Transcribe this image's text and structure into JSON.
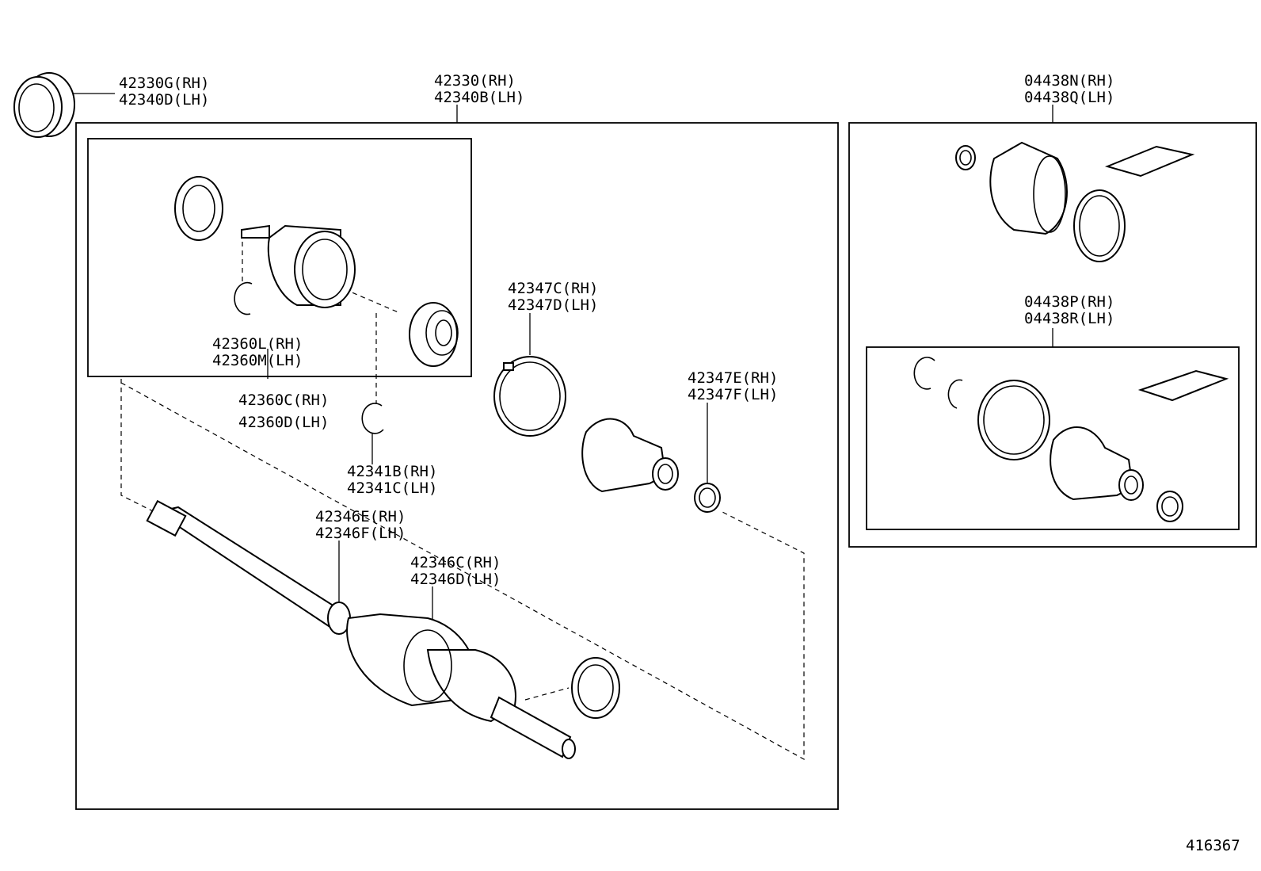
{
  "diagram_id": "416367",
  "labels": {
    "bearing": [
      "42330G(RH)",
      "42340D(LH)"
    ],
    "shaft_assy": [
      "42330(RH)",
      "42340B(LH)"
    ],
    "boot_kit_outer": [
      "04438N(RH)",
      "04438Q(LH)"
    ],
    "boot_kit_inner": [
      "04438P(RH)",
      "04438R(LH)"
    ],
    "snap_ring_outer": [
      "42360L(RH)",
      "42360M(LH)"
    ],
    "outboard_joint": [
      "42360C(RH)",
      "42360D(LH)"
    ],
    "snap_ring": [
      "42341B(RH)",
      "42341C(LH)"
    ],
    "boot_clamp_large": [
      "42347C(RH)",
      "42347D(LH)"
    ],
    "boot_clamp_small": [
      "42347E(RH)",
      "42347F(LH)"
    ],
    "boot_clamp_a": [
      "42346E(RH)",
      "42346F(LH)"
    ],
    "boot_clamp_b": [
      "42346C(RH)",
      "42346D(LH)"
    ]
  }
}
